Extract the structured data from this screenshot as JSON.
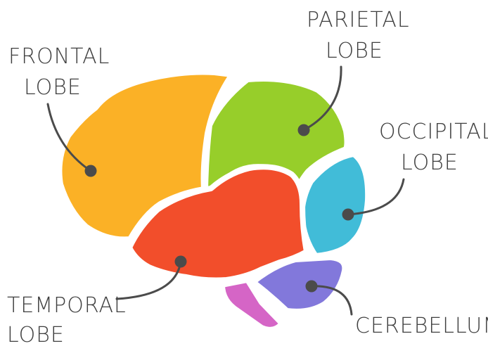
{
  "labels": {
    "frontal": [
      "FRONTAL",
      "LOBE"
    ],
    "parietal": [
      "PARIETAL",
      "LOBE"
    ],
    "occipital": [
      "OCCIPITAL",
      "LOBE"
    ],
    "temporal": [
      "TEMPORAL",
      "LOBE"
    ],
    "cerebellum": [
      "CEREBELLUM"
    ]
  },
  "colors": {
    "frontal": "#fbb126",
    "parietal": "#97ce2a",
    "occipital": "#41bcd8",
    "temporal": "#f24e2b",
    "cerebellum": "#8278db",
    "brainstem": "#d565c6",
    "text": "#3f3f3f",
    "leader": "#4b4b4b"
  }
}
